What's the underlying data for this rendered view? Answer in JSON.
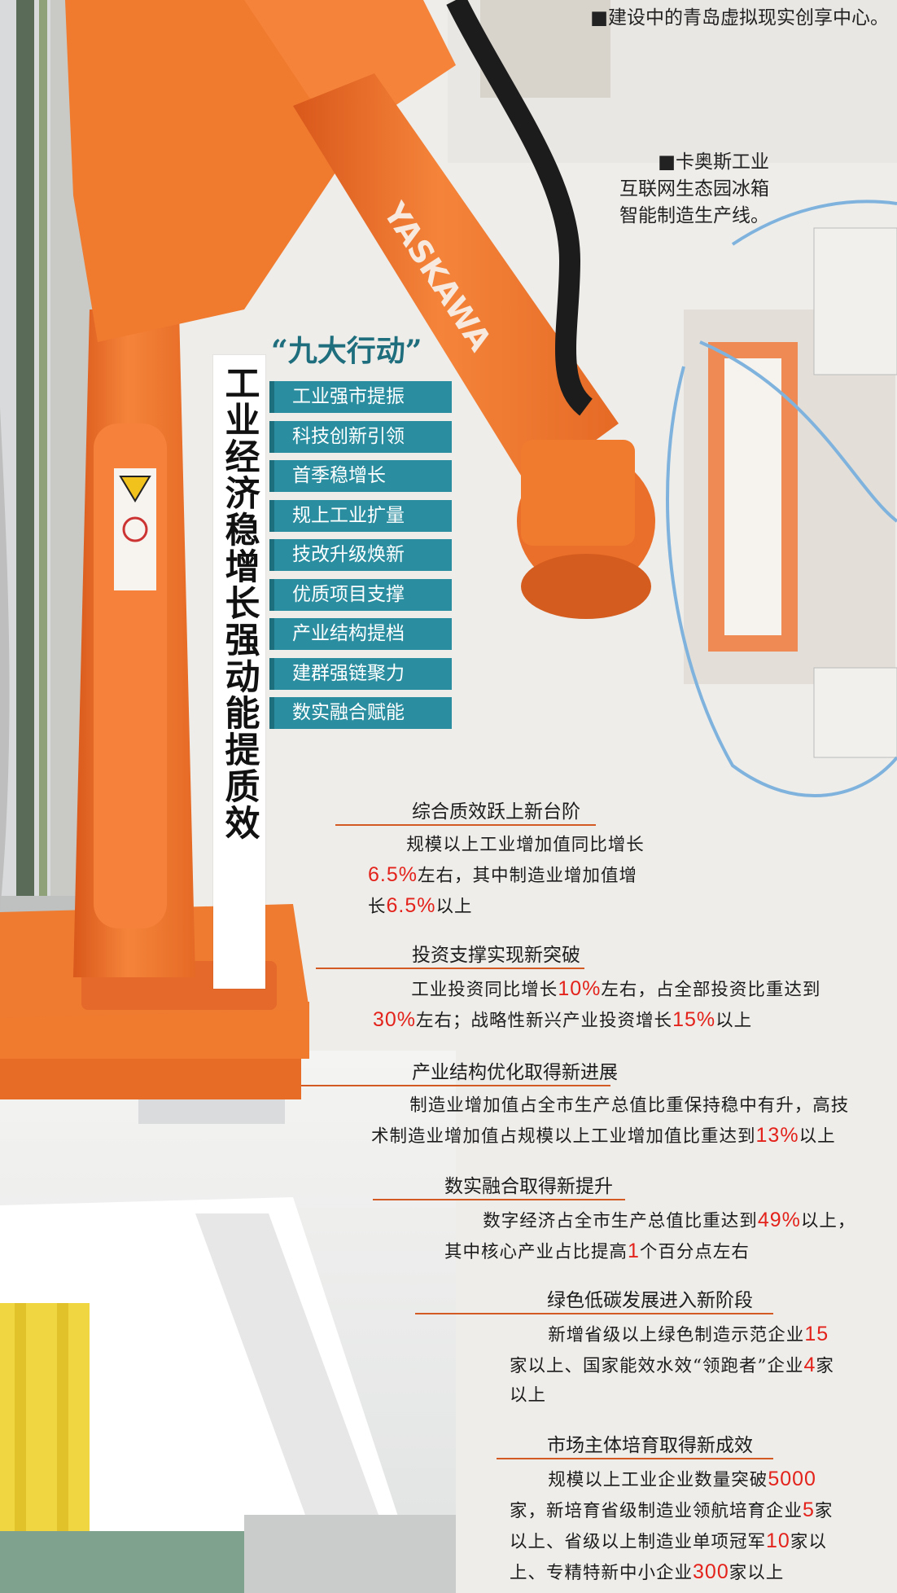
{
  "captions": {
    "top": "■建设中的青岛虚拟现实创享中心。",
    "right": [
      "■卡奥斯工业",
      "互联网生态园冰箱",
      "智能制造生产线。"
    ]
  },
  "main_title": "工业经济稳增长强动能提质效",
  "robot_brand": "YASKAWA",
  "nine_actions": {
    "title": "“九大行动”",
    "items": [
      "工业强市提振",
      "科技创新引领",
      "首季稳增长",
      "规上工业扩量",
      "技改升级焕新",
      "优质项目支撑",
      "产业结构提档",
      "建群强链聚力",
      "数实融合赋能"
    ]
  },
  "goals": [
    {
      "heading": "综合质效跃上新台阶",
      "lines": [
        [
          {
            "t": "规模以上工业增加值同比增长"
          }
        ],
        [
          {
            "t": "6.5%",
            "hl": true
          },
          {
            "t": "左右，其中制造业增加值增"
          }
        ],
        [
          {
            "t": "长"
          },
          {
            "t": "6.5%",
            "hl": true
          },
          {
            "t": "以上"
          }
        ]
      ]
    },
    {
      "heading": "投资支撑实现新突破",
      "lines": [
        [
          {
            "t": "工业投资同比增长"
          },
          {
            "t": "10%",
            "hl": true
          },
          {
            "t": "左右，占全部投资比重达到"
          }
        ],
        [
          {
            "t": "30%",
            "hl": true
          },
          {
            "t": "左右；战略性新兴产业投资增长"
          },
          {
            "t": "15%",
            "hl": true
          },
          {
            "t": "以上"
          }
        ]
      ]
    },
    {
      "heading": "产业结构优化取得新进展",
      "lines": [
        [
          {
            "t": "制造业增加值占全市生产总值比重保持稳中有升，高技"
          }
        ],
        [
          {
            "t": "术制造业增加值占规模以上工业增加值比重达到"
          },
          {
            "t": "13%",
            "hl": true
          },
          {
            "t": "以上"
          }
        ]
      ]
    },
    {
      "heading": "数实融合取得新提升",
      "lines": [
        [
          {
            "t": "数字经济占全市生产总值比重达到"
          },
          {
            "t": "49%",
            "hl": true
          },
          {
            "t": "以上，"
          }
        ],
        [
          {
            "t": "其中核心产业占比提高"
          },
          {
            "t": "1",
            "hl": true
          },
          {
            "t": "个百分点左右"
          }
        ]
      ]
    },
    {
      "heading": "绿色低碳发展进入新阶段",
      "lines": [
        [
          {
            "t": "新增省级以上绿色制造示范企业"
          },
          {
            "t": "15",
            "hl": true
          }
        ],
        [
          {
            "t": "家以上、国家能效水效“领跑者”企业"
          },
          {
            "t": "4",
            "hl": true
          },
          {
            "t": "家"
          }
        ],
        [
          {
            "t": "以上"
          }
        ]
      ]
    },
    {
      "heading": "市场主体培育取得新成效",
      "lines": [
        [
          {
            "t": "规模以上工业企业数量突破"
          },
          {
            "t": "5000",
            "hl": true
          }
        ],
        [
          {
            "t": "家，新培育省级制造业领航培育企业"
          },
          {
            "t": "5",
            "hl": true
          },
          {
            "t": "家"
          }
        ],
        [
          {
            "t": "以上、省级以上制造业单项冠军"
          },
          {
            "t": "10",
            "hl": true
          },
          {
            "t": "家以"
          }
        ],
        [
          {
            "t": "上、专精特新中小企业"
          },
          {
            "t": "300",
            "hl": true
          },
          {
            "t": "家以上"
          }
        ]
      ]
    }
  ],
  "colors": {
    "robot_orange": "#f07a2e",
    "teal": "#2a8ea0",
    "highlight_red": "#e3231b"
  }
}
